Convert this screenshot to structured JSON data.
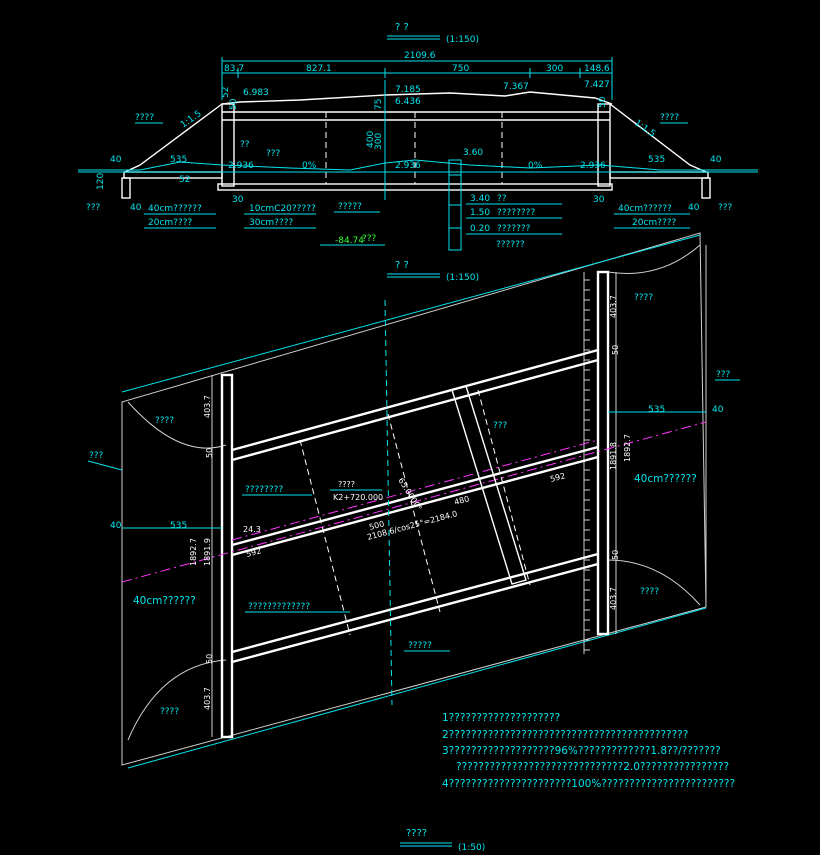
{
  "cross_section": {
    "title": "? ?",
    "scale": "(1:150)",
    "total_width": "2109.6",
    "segments": [
      "83.7",
      "827.1",
      "750",
      "300",
      "148.6"
    ],
    "elev_left_road": "6.983",
    "elev_center_top": "7.185",
    "elev_center_mid": "6.436",
    "elev_right_1": "7.367",
    "elev_right_2": "7.427",
    "slope_left": "1:1.5",
    "slope_right": "1:1.5",
    "label_left_slope": "????",
    "label_right_slope": "????",
    "dim_40": "40",
    "dim_535": "535",
    "dim_50": "50",
    "dim_30": "30",
    "dim_120": "120",
    "dim_400": "400",
    "dim_300": "300",
    "dim_10": "10",
    "dim_75": "75",
    "dim_52": "52",
    "elev_2936_left": "2.936",
    "elev_2936_mid": "2.936",
    "elev_2936_right": "2.936",
    "elev_360": "3.60",
    "pct_left": "0%",
    "pct_right": "0%",
    "water_label": "???",
    "label_qq": "??",
    "label_left_bottom": "???",
    "label_right_bottom": "???",
    "layer_40cm_left": "40cm??????",
    "layer_20cm_left": "20cm????",
    "layer_40cm_right": "40cm??????",
    "layer_20cm_right": "20cm????",
    "layer_10cm": "10cmC20?????",
    "layer_30cm": "30cm????",
    "label_center_bottom": "?????",
    "bore_340": "3.40",
    "bore_340_label": "??",
    "bore_150": "1.50",
    "bore_150_label": "????????",
    "bore_020": "0.20",
    "bore_020_label": "???????",
    "bore_bottom_label": "??????",
    "ground_elev": "-84.74",
    "ground_label": "???"
  },
  "plan": {
    "title": "? ?",
    "scale": "(1:150)",
    "label_wing_tl": "????",
    "label_wing_tr": "????",
    "label_wing_br": "????",
    "label_wing_bl": "????",
    "label_right_edge": "???",
    "label_left_edge": "???",
    "dim_4037": "403.7",
    "dim_50": "50",
    "dim_535": "535",
    "dim_40": "40",
    "dim_18927": "1892.7",
    "dim_18919": "1891.9",
    "dim_18918": "1891.8",
    "dim_500": "500",
    "dim_592": "592",
    "dim_480": "480",
    "dim_243": "24.3",
    "skew_angle": "65.0000°",
    "station_label": "????",
    "station": "K2+720.000",
    "length_formula": "2108.6/cos25°=2184.0",
    "label_mid": "???",
    "label_dots": "????????",
    "label_long": "?????????????",
    "label_40cm_right": "40cm??????",
    "label_40cm_left": "40cm??????",
    "label_bottom": "?????"
  },
  "notes": [
    "1????????????????????",
    "2???????????????????????????????????????????",
    "3???????????????????96%?????????????1.8??/???????",
    "??????????????????????????????2.0????????????????",
    "4??????????????????????100%????????????????????????"
  ],
  "detail": {
    "title": "????",
    "scale": "(1:50)"
  },
  "colors": {
    "background": "#000000",
    "cyan": "#00e5ee",
    "white": "#ffffff",
    "magenta": "#ff33ff",
    "green": "#33ff33"
  }
}
